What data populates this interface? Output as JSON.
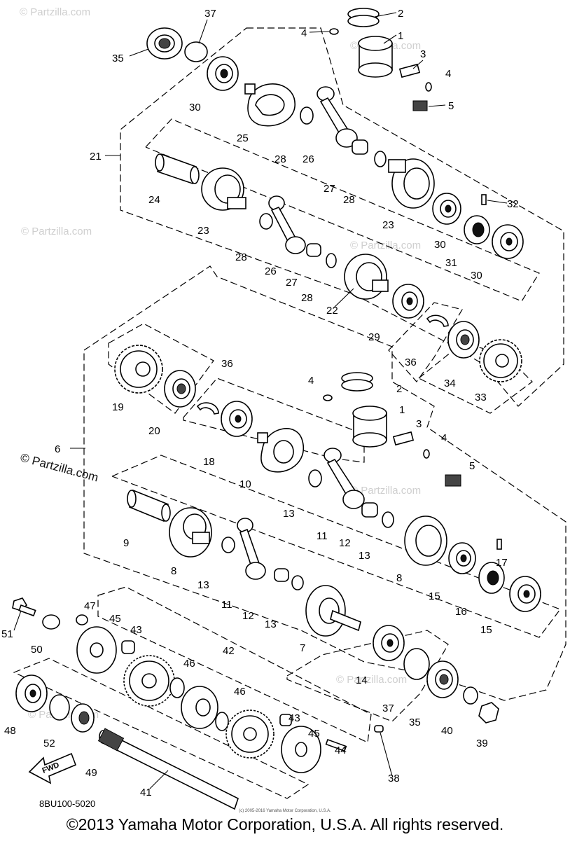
{
  "diagram": {
    "part_code": "8BU100-5020",
    "fwd_label": "FWD",
    "copyright_small": "(c) 2005-2016 Yamaha Motor Corporation, U.S.A.",
    "footer": "©2013 Yamaha Motor Corporation, U.S.A. All rights reserved.",
    "watermark": "© Partzilla.com",
    "callouts": {
      "n1": "1",
      "n2": "2",
      "n3": "3",
      "n4": "4",
      "n5": "5",
      "n6": "6",
      "n7": "7",
      "n8": "8",
      "n9": "9",
      "n10": "10",
      "n11": "11",
      "n12": "12",
      "n13": "13",
      "n14": "14",
      "n15": "15",
      "n16": "16",
      "n17": "17",
      "n18": "18",
      "n19": "19",
      "n20": "20",
      "n21": "21",
      "n22": "22",
      "n23": "23",
      "n24": "24",
      "n25": "25",
      "n26": "26",
      "n27": "27",
      "n28": "28",
      "n29": "29",
      "n30": "30",
      "n31": "31",
      "n32": "32",
      "n33": "33",
      "n34": "34",
      "n35": "35",
      "n36": "36",
      "n37": "37",
      "n38": "38",
      "n39": "39",
      "n40": "40",
      "n41": "41",
      "n42": "42",
      "n43": "43",
      "n44": "44",
      "n45": "45",
      "n46": "46",
      "n47": "47",
      "n48": "48",
      "n49": "49",
      "n50": "50",
      "n51": "51",
      "n52": "52"
    }
  }
}
